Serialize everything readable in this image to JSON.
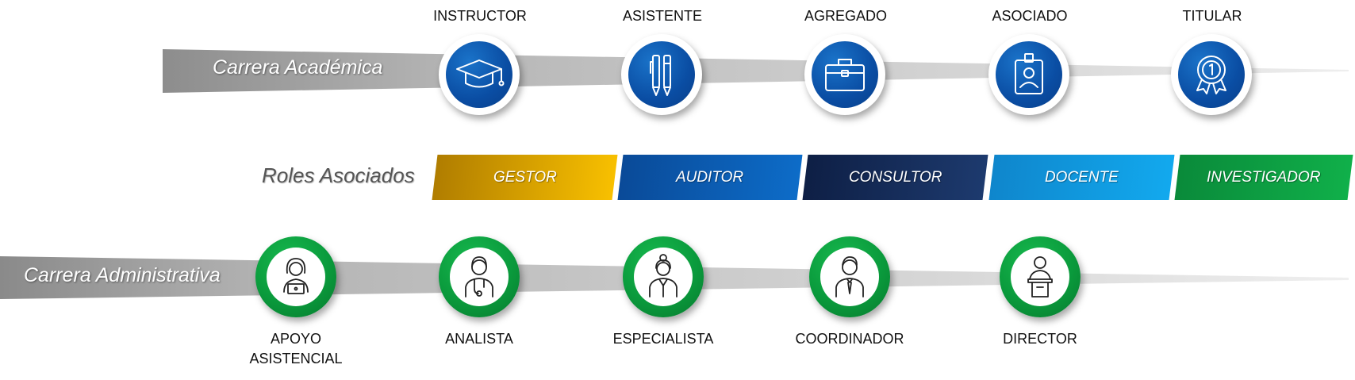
{
  "academic": {
    "title": "Carrera Académica",
    "levels": [
      {
        "label": "INSTRUCTOR",
        "icon": "graduation-cap-icon"
      },
      {
        "label": "ASISTENTE",
        "icon": "pens-icon"
      },
      {
        "label": "AGREGADO",
        "icon": "briefcase-icon"
      },
      {
        "label": "ASOCIADO",
        "icon": "id-badge-icon"
      },
      {
        "label": "TITULAR",
        "icon": "award-ribbon-icon"
      }
    ]
  },
  "roles": {
    "title": "Roles Asociados",
    "items": [
      {
        "label": "GESTOR",
        "color_from": "#b07d00",
        "color_to": "#f8c000"
      },
      {
        "label": "AUDITOR",
        "color_from": "#0a4a98",
        "color_to": "#0d6cc8"
      },
      {
        "label": "CONSULTOR",
        "color_from": "#0e1f45",
        "color_to": "#1d3a6e"
      },
      {
        "label": "DOCENTE",
        "color_from": "#0f86cc",
        "color_to": "#12a9ee"
      },
      {
        "label": "INVESTIGADOR",
        "color_from": "#0a8a3a",
        "color_to": "#10b04a"
      }
    ]
  },
  "administrative": {
    "title": "Carrera Administrativa",
    "levels": [
      {
        "label_line1": "APOYO",
        "label_line2": "ASISTENCIAL",
        "icon": "woman-laptop-icon"
      },
      {
        "label_line1": "ANALISTA",
        "label_line2": "",
        "icon": "man-stethoscope-icon"
      },
      {
        "label_line1": "ESPECIALISTA",
        "label_line2": "",
        "icon": "woman-specialist-icon"
      },
      {
        "label_line1": "COORDINADOR",
        "label_line2": "",
        "icon": "man-tie-icon"
      },
      {
        "label_line1": "DIRECTOR",
        "label_line2": "",
        "icon": "man-podium-icon"
      }
    ]
  },
  "colors": {
    "academic_node": "#0a4da3",
    "administrative_node": "#0a9a3c",
    "band_gray": "#9a9a9a"
  }
}
